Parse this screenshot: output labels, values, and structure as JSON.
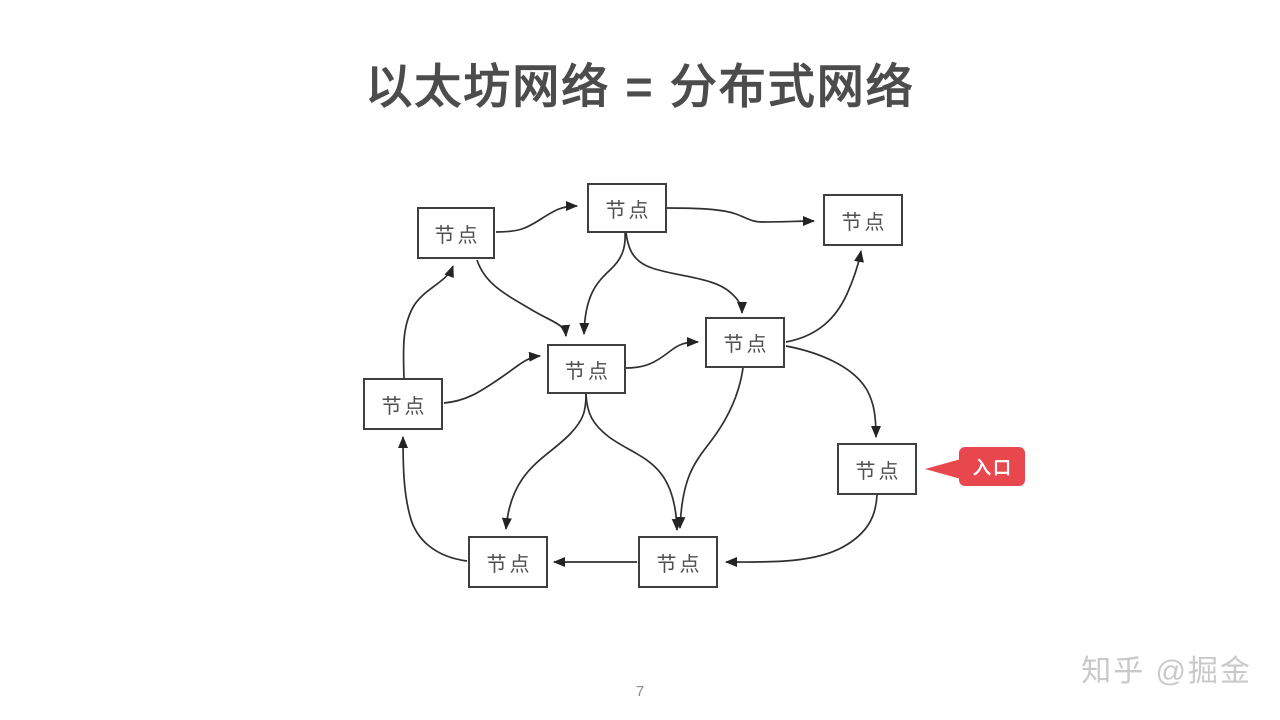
{
  "slide": {
    "title": "以太坊网络 = 分布式网络",
    "page_number": "7",
    "watermark": "知乎 @掘金"
  },
  "diagram": {
    "nodes": [
      {
        "id": "top-left",
        "label": "节点"
      },
      {
        "id": "top-center",
        "label": "节点"
      },
      {
        "id": "top-right",
        "label": "节点"
      },
      {
        "id": "middle",
        "label": "节点"
      },
      {
        "id": "middle-right",
        "label": "节点"
      },
      {
        "id": "left",
        "label": "节点"
      },
      {
        "id": "entrance",
        "label": "节点"
      },
      {
        "id": "bottom-left",
        "label": "节点"
      },
      {
        "id": "bottom-center",
        "label": "节点"
      }
    ],
    "callout": {
      "label": "入口",
      "points_to": "entrance"
    },
    "edges": [
      {
        "from": "top-left",
        "to": "top-center"
      },
      {
        "from": "top-center",
        "to": "top-right"
      },
      {
        "from": "top-left",
        "to": "middle"
      },
      {
        "from": "top-center",
        "to": "middle"
      },
      {
        "from": "top-center",
        "to": "middle-right"
      },
      {
        "from": "middle",
        "to": "middle-right"
      },
      {
        "from": "middle-right",
        "to": "top-right"
      },
      {
        "from": "left",
        "to": "top-left"
      },
      {
        "from": "left",
        "to": "middle"
      },
      {
        "from": "bottom-left",
        "to": "left"
      },
      {
        "from": "middle",
        "to": "bottom-left"
      },
      {
        "from": "middle",
        "to": "bottom-center"
      },
      {
        "from": "middle-right",
        "to": "bottom-center"
      },
      {
        "from": "middle-right",
        "to": "entrance"
      },
      {
        "from": "entrance",
        "to": "bottom-center"
      },
      {
        "from": "bottom-center",
        "to": "bottom-left"
      }
    ]
  },
  "colors": {
    "accent_red": "#e8484d",
    "title_text": "#4c4c4c",
    "node_text": "#4f4f4f",
    "line": "#2f2f2f",
    "watermark_text": "#c9c9c9",
    "page_number_text": "#8a8a8a"
  }
}
